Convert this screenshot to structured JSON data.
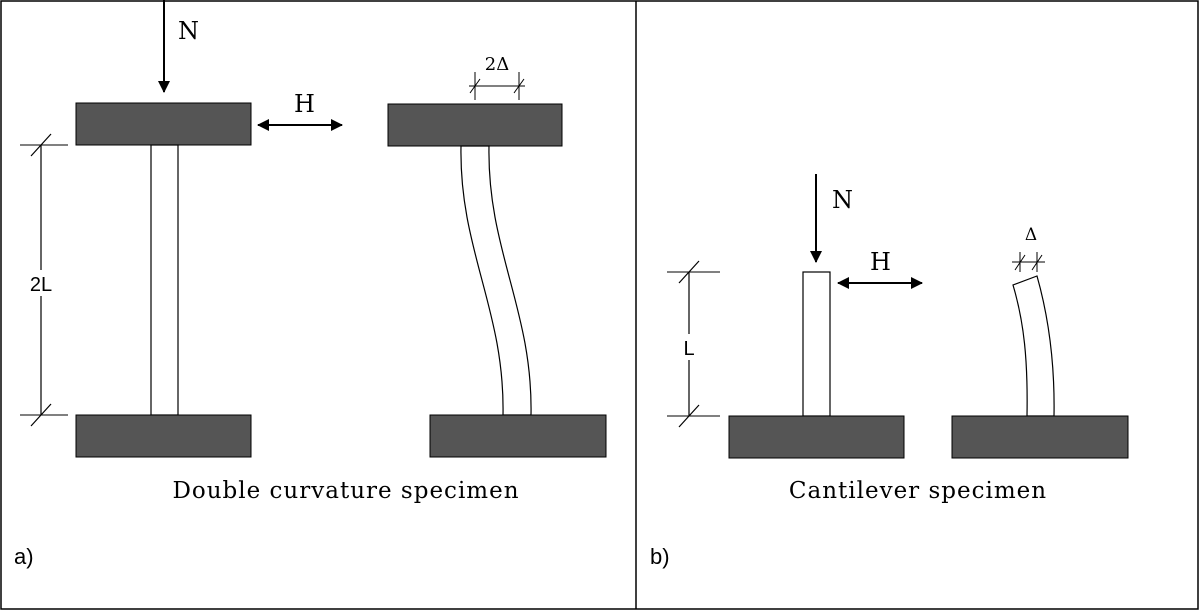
{
  "colors": {
    "block_fill": "#555555",
    "line": "#000000",
    "frame": "#000000",
    "background": "#ffffff"
  },
  "panel_a": {
    "letter": "a)",
    "caption": "Double curvature specimen",
    "load_label": "N",
    "horizontal_label": "H",
    "height_label": "2L",
    "displacement_label": "2Δ"
  },
  "panel_b": {
    "letter": "b)",
    "caption": "Cantilever specimen",
    "load_label": "N",
    "horizontal_label": "H",
    "height_label": "L",
    "displacement_label": "Δ"
  }
}
